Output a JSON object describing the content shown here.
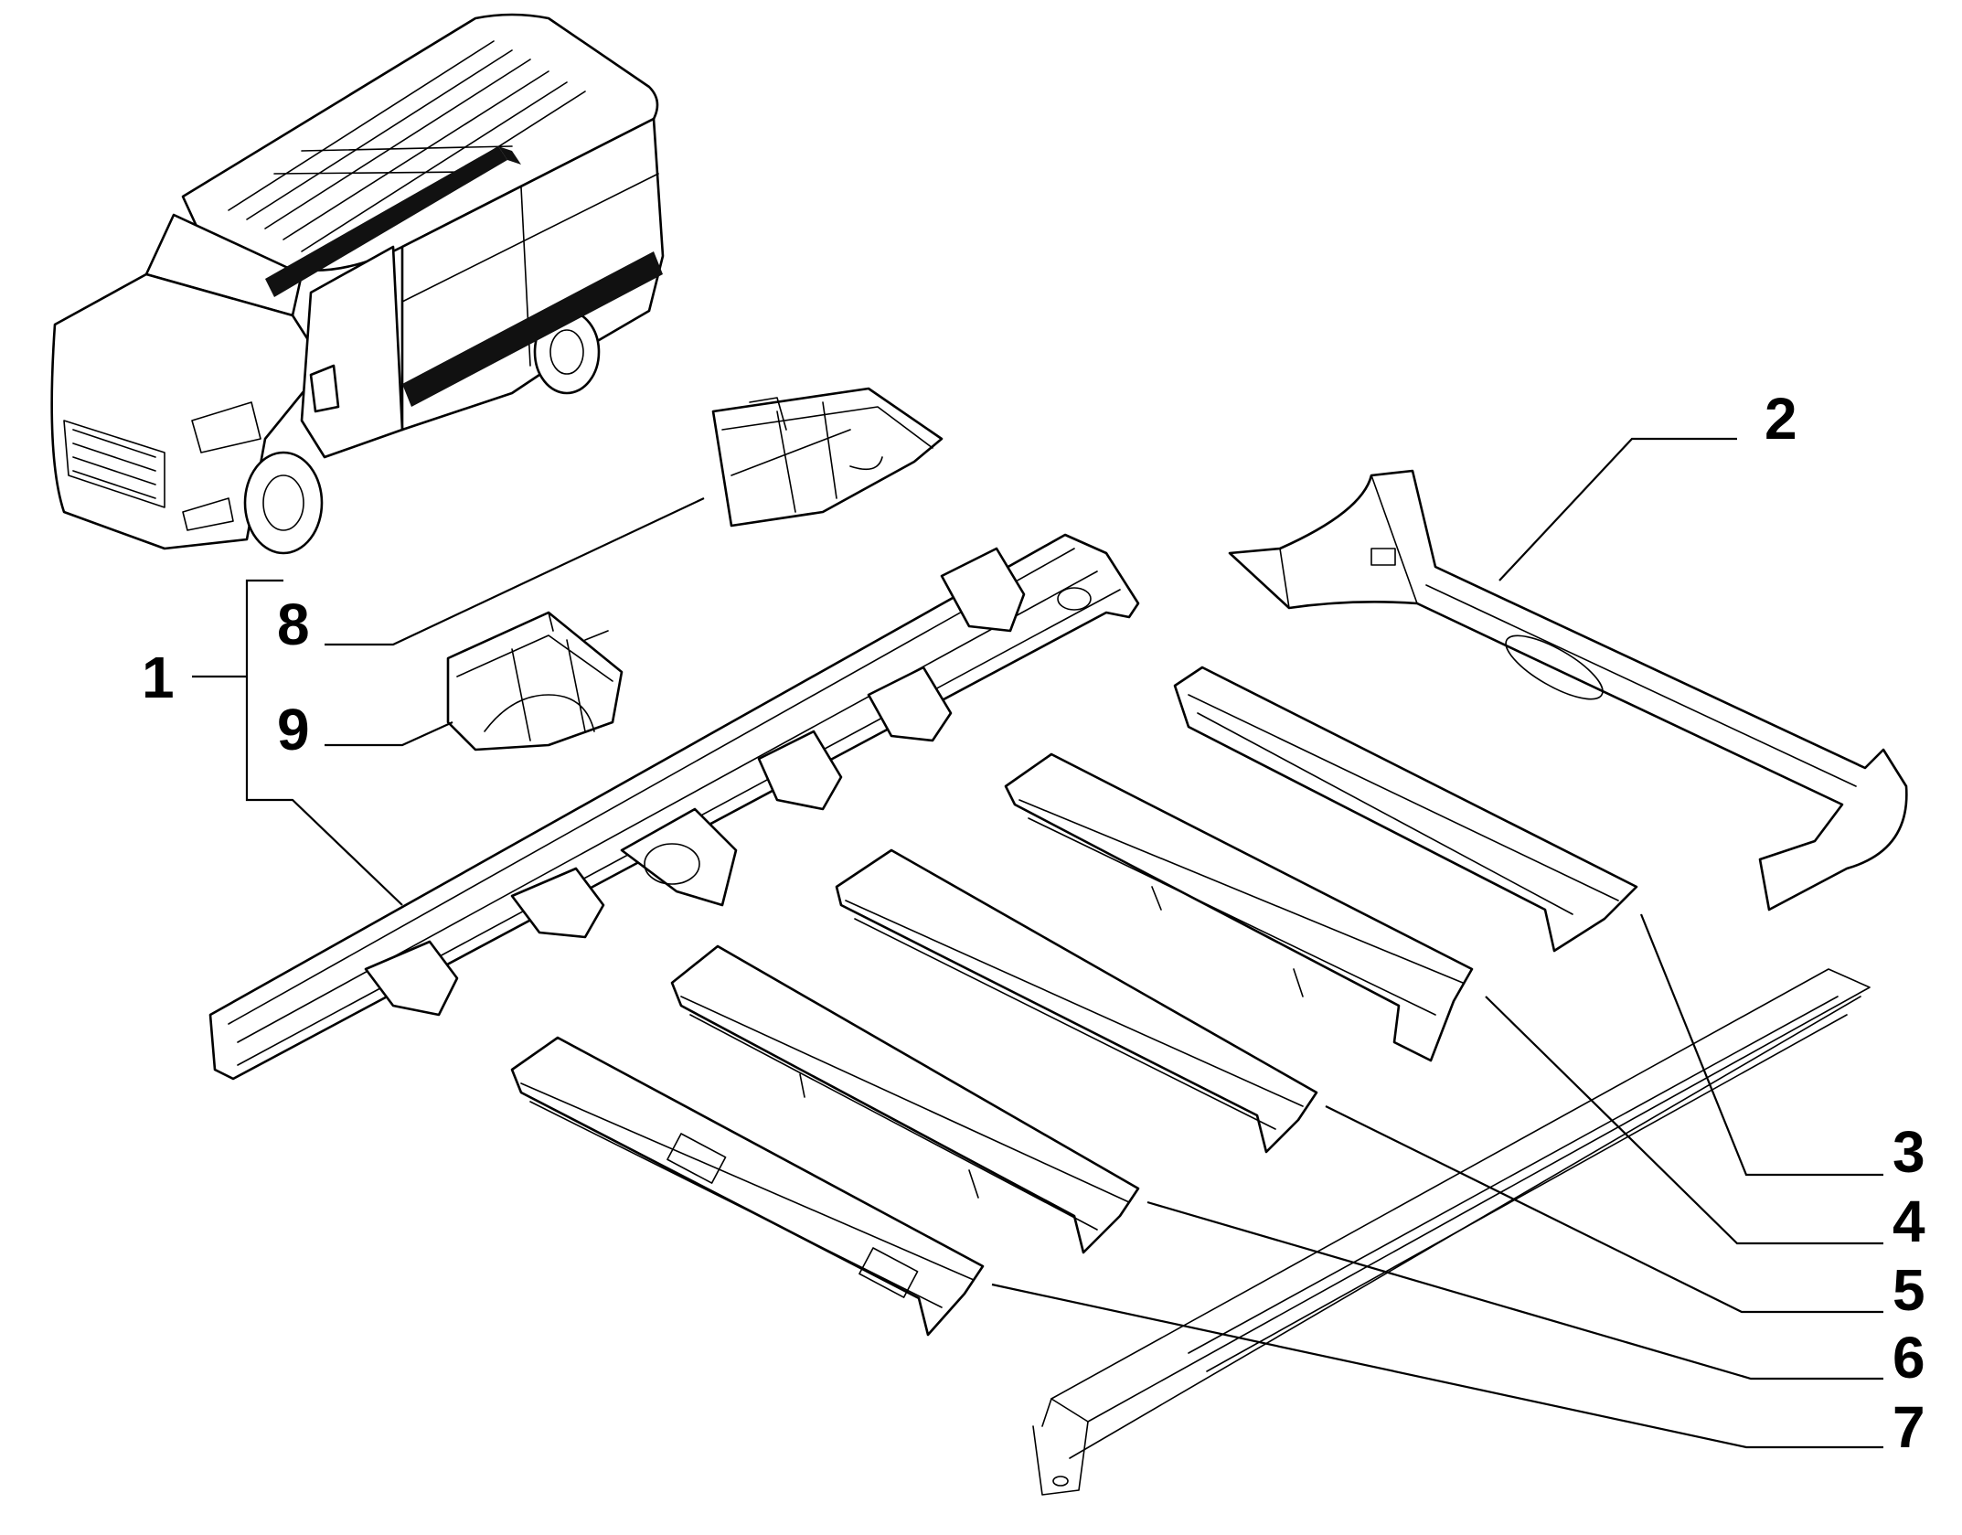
{
  "callouts": {
    "c1": "1",
    "c2": "2",
    "c3": "3",
    "c4": "4",
    "c5": "5",
    "c6": "6",
    "c7": "7",
    "c8": "8",
    "c9": "9"
  },
  "colors": {
    "line": "#000000",
    "background": "#ffffff",
    "highlight_stripe": "#111111"
  }
}
